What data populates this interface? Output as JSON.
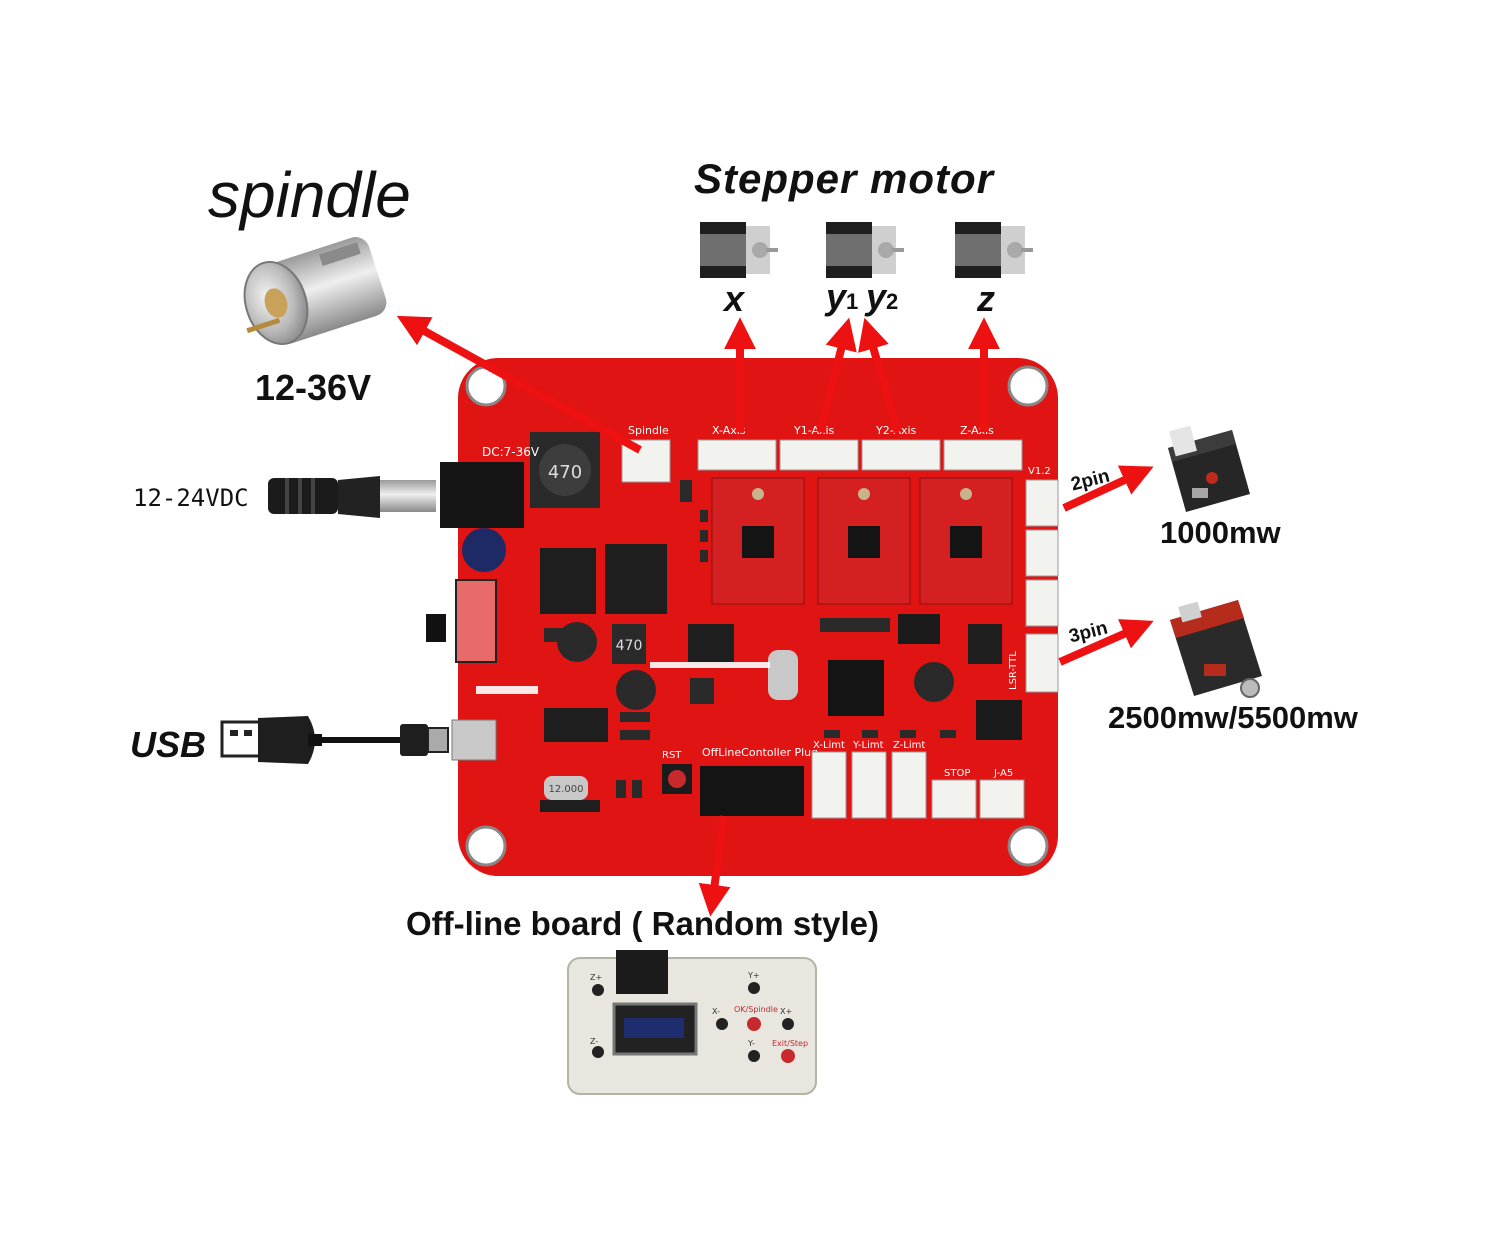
{
  "labels": {
    "spindle_title": "spindle",
    "spindle_voltage": "12-36V",
    "stepper_title": "Stepper motor",
    "axis_x": "x",
    "axis_y1_main": "y",
    "axis_y1_sub": "1",
    "axis_y2_main": "y",
    "axis_y2_sub": "2",
    "axis_z": "z",
    "dc_input": "12-24VDC",
    "usb": "USB",
    "laser_low": "1000mw",
    "laser_high": "2500mw/5500mw",
    "pin2": "2pin",
    "pin3": "3pin",
    "offline_board": "Off-line board ( Random style)"
  },
  "board_print": {
    "dc_rating": "DC:7-36V",
    "x_axis": "X-Axis",
    "y1_axis": "Y1-Axis",
    "y2_axis": "Y2-Axis",
    "z_axis": "Z-Axis",
    "spindle": "Spindle",
    "version": "V1.2",
    "offline_plug": "OffLineContoller Plug",
    "x_limit": "X-Limt",
    "y_limit": "Y-Limt",
    "z_limit": "Z-Limt",
    "stop": "STOP",
    "j_a5": "J-A5",
    "lsr_ttl": "LSR-TTL",
    "rst": "RST",
    "inductor_1": "470",
    "inductor_2": "470",
    "crystal": "12.000"
  },
  "offline_panel": {
    "btn_y_plus": "Y+",
    "btn_x_minus": "X-",
    "btn_ok": "OK/Spindle",
    "btn_x_plus": "X+",
    "btn_y_minus": "Y-",
    "btn_exit": "Exit/Step",
    "btn_z_plus": "Z+",
    "btn_z_minus": "Z-"
  },
  "colors": {
    "board": "#e11414",
    "arrow": "#ee1111",
    "driver": "#d42020",
    "connector": "#f2f2ee",
    "chip": "#1c1c1c"
  }
}
